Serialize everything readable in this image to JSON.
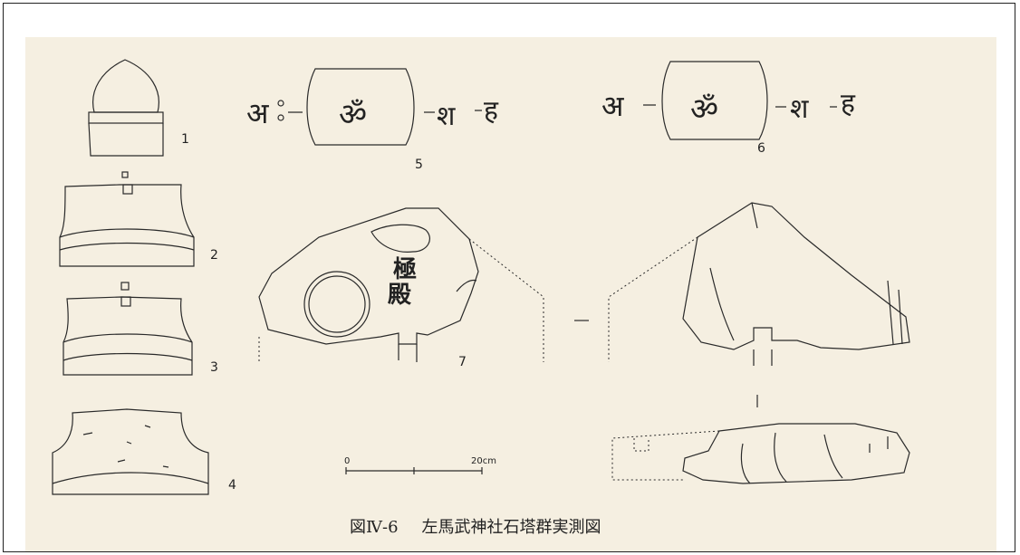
{
  "figure": {
    "caption_number": "図Ⅳ-6",
    "caption_title": "左馬武神社石塔群実測図",
    "labels": [
      "1",
      "2",
      "3",
      "4",
      "5",
      "6",
      "7"
    ],
    "scale": {
      "start": "0",
      "end": "20cm"
    },
    "inscription_7": [
      "極",
      "殿"
    ]
  }
}
